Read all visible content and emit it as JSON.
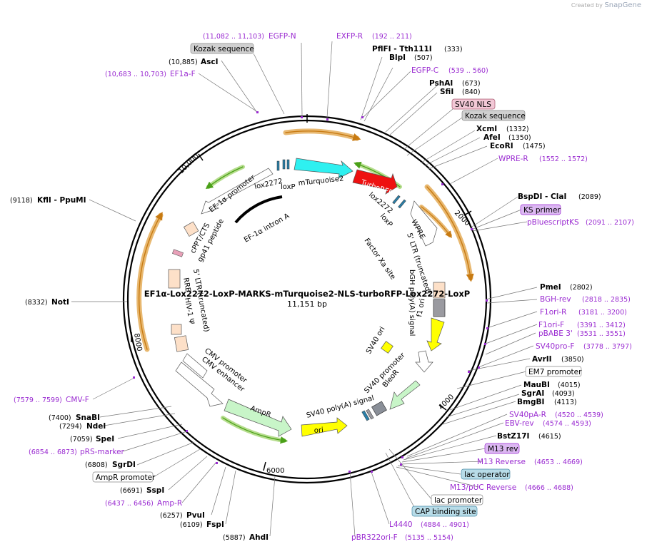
{
  "watermark": {
    "prefix": "Created by",
    "brand": "SnapGene"
  },
  "plasmid": {
    "name": "EF1α-Lox2272-LoxP-MARKS-mTurquoise2-NLS-turboRFP-Lox2272-LoxP",
    "size": "11,151 bp"
  },
  "ticks": [
    "2000",
    "4000",
    "6000",
    "8000",
    "10,000"
  ],
  "site_labels": [
    {
      "name": "EGFP-N",
      "pos": "(11,082 .. 11,103)",
      "kind": "primer"
    },
    {
      "name": "Kozak sequence",
      "kind": "box"
    },
    {
      "name": "AscI",
      "pos": "(10,885)",
      "kind": "enzyme"
    },
    {
      "name": "EF1a-F",
      "pos": "(10,683 .. 10,703)",
      "kind": "primer"
    },
    {
      "name": "EXFP-R",
      "pos": "(192 .. 211)",
      "kind": "primer"
    },
    {
      "name": "PflFI - Tth111I",
      "pos": "(333)",
      "kind": "enzyme"
    },
    {
      "name": "BlpI",
      "pos": "(507)",
      "kind": "enzyme"
    },
    {
      "name": "EGFP-C",
      "pos": "(539 .. 560)",
      "kind": "primer"
    },
    {
      "name": "PshAI",
      "pos": "(673)",
      "kind": "enzyme"
    },
    {
      "name": "SfiI",
      "pos": "(840)",
      "kind": "enzyme"
    },
    {
      "name": "SV40 NLS",
      "kind": "box"
    },
    {
      "name": "Kozak sequence",
      "kind": "box"
    },
    {
      "name": "XcmI",
      "pos": "(1332)",
      "kind": "enzyme"
    },
    {
      "name": "AfeI",
      "pos": "(1350)",
      "kind": "enzyme"
    },
    {
      "name": "EcoRI",
      "pos": "(1475)",
      "kind": "enzyme"
    },
    {
      "name": "WPRE-R",
      "pos": "(1552 .. 1572)",
      "kind": "primer"
    },
    {
      "name": "BspDI - ClaI",
      "pos": "(2089)",
      "kind": "enzyme"
    },
    {
      "name": "KS primer",
      "kind": "box"
    },
    {
      "name": "pBluescriptKS",
      "pos": "(2091 .. 2107)",
      "kind": "primer"
    },
    {
      "name": "PmeI",
      "pos": "(2802)",
      "kind": "enzyme"
    },
    {
      "name": "BGH-rev",
      "pos": "(2818 .. 2835)",
      "kind": "primer"
    },
    {
      "name": "F1ori-R",
      "pos": "(3181 .. 3200)",
      "kind": "primer"
    },
    {
      "name": "F1ori-F",
      "pos": "(3391 .. 3412)",
      "kind": "primer"
    },
    {
      "name": "pBABE 3'",
      "pos": "(3531 .. 3551)",
      "kind": "primer"
    },
    {
      "name": "SV40pro-F",
      "pos": "(3778 .. 3797)",
      "kind": "primer"
    },
    {
      "name": "AvrII",
      "pos": "(3850)",
      "kind": "enzyme"
    },
    {
      "name": "EM7 promoter",
      "kind": "box"
    },
    {
      "name": "MauBI",
      "pos": "(4015)",
      "kind": "enzyme"
    },
    {
      "name": "SgrAI",
      "pos": "(4093)",
      "kind": "enzyme"
    },
    {
      "name": "BmgBI",
      "pos": "(4113)",
      "kind": "enzyme"
    },
    {
      "name": "SV40pA-R",
      "pos": "(4520 .. 4539)",
      "kind": "primer"
    },
    {
      "name": "EBV-rev",
      "pos": "(4574 .. 4593)",
      "kind": "primer"
    },
    {
      "name": "BstZ17I",
      "pos": "(4615)",
      "kind": "enzyme"
    },
    {
      "name": "M13 rev",
      "kind": "box"
    },
    {
      "name": "M13 Reverse",
      "pos": "(4653 .. 4669)",
      "kind": "primer"
    },
    {
      "name": "lac operator",
      "kind": "box"
    },
    {
      "name": "M13/pUC Reverse",
      "pos": "(4666 .. 4688)",
      "kind": "primer"
    },
    {
      "name": "lac promoter",
      "kind": "box"
    },
    {
      "name": "CAP binding site",
      "kind": "box"
    },
    {
      "name": "L4440",
      "pos": "(4884 .. 4901)",
      "kind": "primer"
    },
    {
      "name": "pBR322ori-F",
      "pos": "(5135 .. 5154)",
      "kind": "primer"
    },
    {
      "name": "AhdI",
      "pos": "(5887)",
      "kind": "enzyme"
    },
    {
      "name": "FspI",
      "pos": "(6109)",
      "kind": "enzyme"
    },
    {
      "name": "PvuI",
      "pos": "(6257)",
      "kind": "enzyme"
    },
    {
      "name": "Amp-R",
      "pos": "(6437 .. 6456)",
      "kind": "primer"
    },
    {
      "name": "SspI",
      "pos": "(6691)",
      "kind": "enzyme"
    },
    {
      "name": "AmpR promoter",
      "kind": "box"
    },
    {
      "name": "SgrDI",
      "pos": "(6808)",
      "kind": "enzyme"
    },
    {
      "name": "pRS-marker",
      "pos": "(6854 .. 6873)",
      "kind": "primer"
    },
    {
      "name": "SpeI",
      "pos": "(7059)",
      "kind": "enzyme"
    },
    {
      "name": "NdeI",
      "pos": "(7294)",
      "kind": "enzyme"
    },
    {
      "name": "SnaBI",
      "pos": "(7400)",
      "kind": "enzyme"
    },
    {
      "name": "CMV-F",
      "pos": "(7579 .. 7599)",
      "kind": "primer"
    },
    {
      "name": "NotI",
      "pos": "(8332)",
      "kind": "enzyme"
    },
    {
      "name": "KflI - PpuMI",
      "pos": "(9118)",
      "kind": "enzyme"
    }
  ],
  "features": {
    "mturquoise2": "mTurquoise2",
    "turborfp": "TurboRFP",
    "lox2272_top": "lox2272",
    "loxp_top": "loxP",
    "lox2272_right": "lox2272",
    "loxp_right": "loxP",
    "ef1a_promoter": "EF-1α promoter",
    "ef1a_intron": "EF-1α intron A",
    "wpre": "WPRE",
    "ltr_right": "5' LTR (truncated)",
    "factor_xa": "Factor Xa site",
    "bgh": "bGH poly(A) signal",
    "f1ori": "f1 ori",
    "sv40ori": "SV40 ori",
    "sv40prom": "SV40 promoter",
    "bleor": "BleoR",
    "sv40polya": "SV40 poly(A) signal",
    "ori": "ori",
    "ampr": "AmpR",
    "cmv_prom": "CMV promoter",
    "cmv_enh": "CMV enhancer",
    "hiv1": "HIV-1 Ψ",
    "ltr_left": "5' LTR (truncated)",
    "rre": "RRE",
    "gp41": "gp41 peptide",
    "cppt": "cPPT/CTS"
  }
}
